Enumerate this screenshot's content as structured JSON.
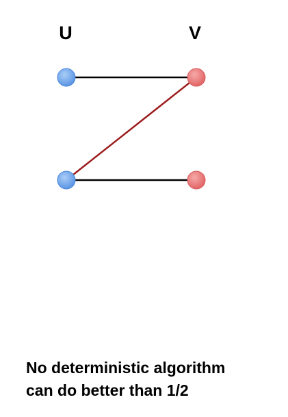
{
  "labels": {
    "left_set": "U",
    "right_set": "V"
  },
  "caption": {
    "line1": "No deterministic algorithm",
    "line2": "can do better than 1/2"
  },
  "colors": {
    "u_node_fill": "#6fa8ef",
    "u_node_stroke": "#4a86d8",
    "v_node_fill": "#f07f7f",
    "v_node_stroke": "#d65c5c",
    "plain_edge": "#000000",
    "highlight_edge": "#9c1c1c"
  }
}
